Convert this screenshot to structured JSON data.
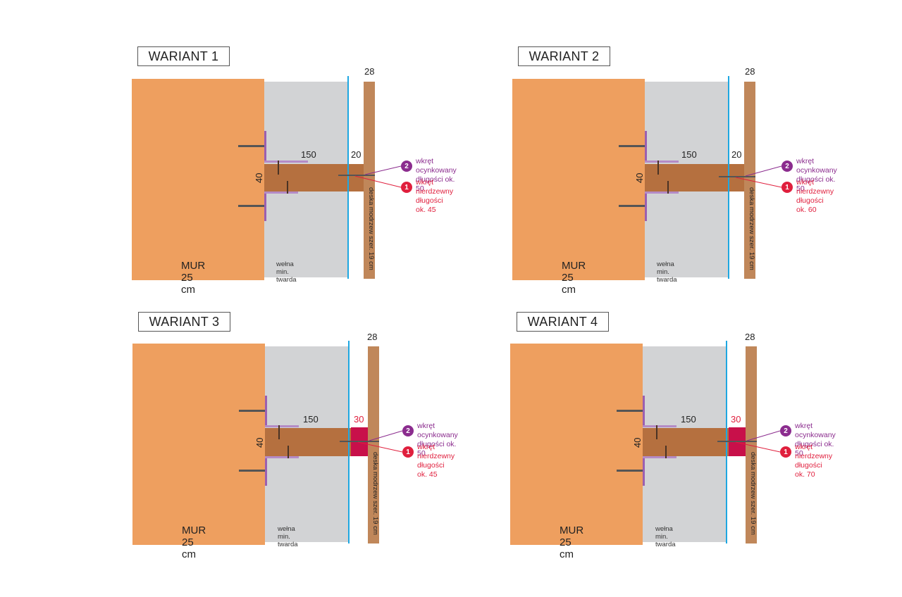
{
  "variants": [
    {
      "title": "WARIANT 1",
      "wall_label": "MUR 25 cm",
      "wool_label": "wełna min. twarda",
      "plank_label": "deska modrzew szer. 19 cm",
      "dim_top": "28",
      "dim_beam_length": "150",
      "dim_gap": "20",
      "dim_beam_height": "40",
      "screw2_number": "2",
      "screw2_name": "wkręt ocynkowany",
      "screw2_length": "długości ok. 50",
      "screw1_number": "1",
      "screw1_name": "wkręt nierdzewny",
      "screw1_length": "długości ok. 45"
    },
    {
      "title": "WARIANT 2",
      "wall_label": "MUR 25 cm",
      "wool_label": "wełna min. twarda",
      "plank_label": "deska modrzew szer. 19 cm",
      "dim_top": "28",
      "dim_beam_length": "150",
      "dim_gap": "20",
      "dim_beam_height": "40",
      "screw2_number": "2",
      "screw2_name": "wkręt ocynkowany",
      "screw2_length": "długości ok. 50",
      "screw1_number": "1",
      "screw1_name": "wkręt nierdzewny",
      "screw1_length": "długości ok. 60"
    },
    {
      "title": "WARIANT 3",
      "wall_label": "MUR 25 cm",
      "wool_label": "wełna min. twarda",
      "plank_label": "deska modrzew szer. 19 cm",
      "dim_top": "28",
      "dim_beam_length": "150",
      "dim_gap": "30",
      "dim_beam_height": "40",
      "screw2_number": "2",
      "screw2_name": "wkręt ocynkowany",
      "screw2_length": "długości ok. 50",
      "screw1_number": "1",
      "screw1_name": "wkręt nierdzewny",
      "screw1_length": "długości ok. 45"
    },
    {
      "title": "WARIANT 4",
      "wall_label": "MUR 25 cm",
      "wool_label": "wełna min. twarda",
      "plank_label": "deska modrzew szer. 19 cm",
      "dim_top": "28",
      "dim_beam_length": "150",
      "dim_gap": "30",
      "dim_beam_height": "40",
      "screw2_number": "2",
      "screw2_name": "wkręt ocynkowany",
      "screw2_length": "długości ok. 50",
      "screw1_number": "1",
      "screw1_name": "wkręt nierdzewny",
      "screw1_length": "długości ok. 70"
    }
  ],
  "colors": {
    "wall": "#ee9f5f",
    "wool": "#d2d3d5",
    "beam": "#b5703f",
    "plank": "#c0875a",
    "membrane": "#1ea7e1",
    "bracket": "#9b5fb0",
    "spacer": "#c8104a",
    "screw2_marker": "#8b2c8e",
    "screw1_marker": "#e01f3d"
  }
}
